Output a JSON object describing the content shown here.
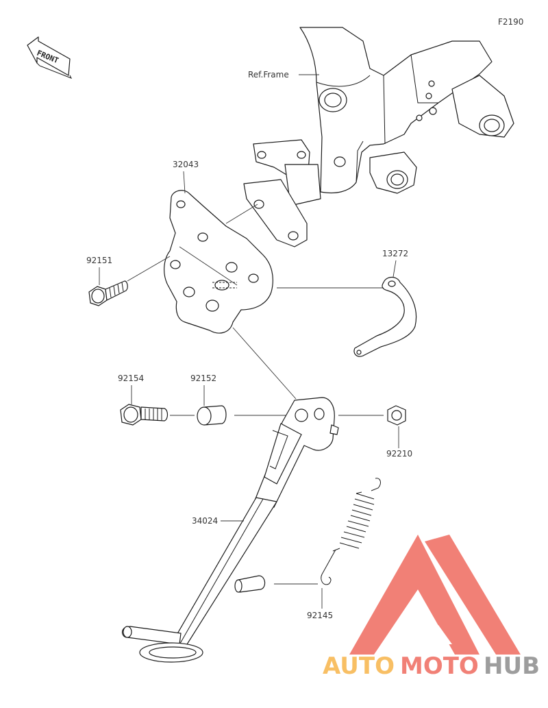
{
  "diagram_code": "F2190",
  "front_label": "FRONT",
  "ref_frame_label": "Ref.Frame",
  "parts": [
    {
      "number": "32043",
      "name": "bracket"
    },
    {
      "number": "92151",
      "name": "flange-bolt"
    },
    {
      "number": "13272",
      "name": "plate"
    },
    {
      "number": "92154",
      "name": "bolt"
    },
    {
      "number": "92152",
      "name": "collar"
    },
    {
      "number": "92210",
      "name": "nut"
    },
    {
      "number": "34024",
      "name": "side-stand"
    },
    {
      "number": "92145",
      "name": "spring"
    }
  ],
  "watermark": {
    "auto": "AUTO",
    "moto": "MOTO",
    "hub": "HUB",
    "colors": {
      "auto": "#f7b44a",
      "moto": "#ef6b5f",
      "hub": "#8c8c8c",
      "logo": "#ef6b5f"
    }
  }
}
